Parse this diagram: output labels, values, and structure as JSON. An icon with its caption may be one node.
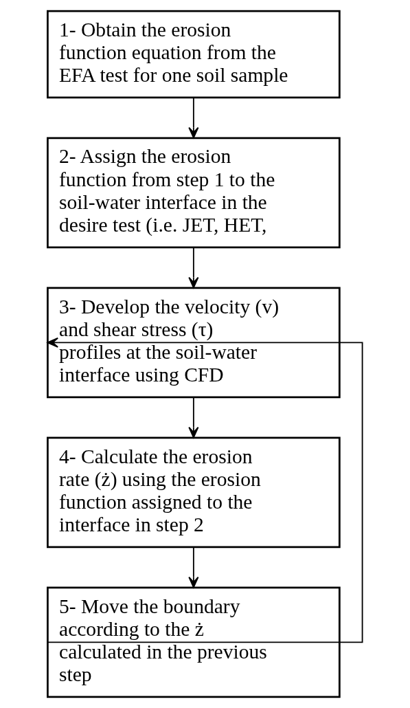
{
  "diagram": {
    "nodes": [
      {
        "text": [
          "1- Obtain the erosion function equation from the EFA test for one soil sample"
        ]
      },
      {
        "text": [
          "2- Assign the erosion function from step 1 to the soil-water interface in the desire test (i.e. JET, HET,"
        ]
      },
      {
        "text": [
          "3- Develop the velocity (v) and shear stress (τ) profiles at the soil-water interface using CFD"
        ]
      },
      {
        "text": [
          "4- Calculate the erosion rate (ż) using the erosion function assigned to the interface in step 2"
        ]
      },
      {
        "text": [
          "5- Move the boundary according to the ż calculated in the previous step"
        ]
      }
    ],
    "edges": [
      {
        "from": 0,
        "to": 1,
        "arrow": "to"
      },
      {
        "from": 1,
        "to": 2,
        "arrow": "to"
      },
      {
        "from": 2,
        "to": 3,
        "arrow": "to"
      },
      {
        "from": 3,
        "to": 4,
        "arrow": "to"
      },
      {
        "from": 4,
        "to": 2,
        "arrow": "to"
      }
    ]
  }
}
